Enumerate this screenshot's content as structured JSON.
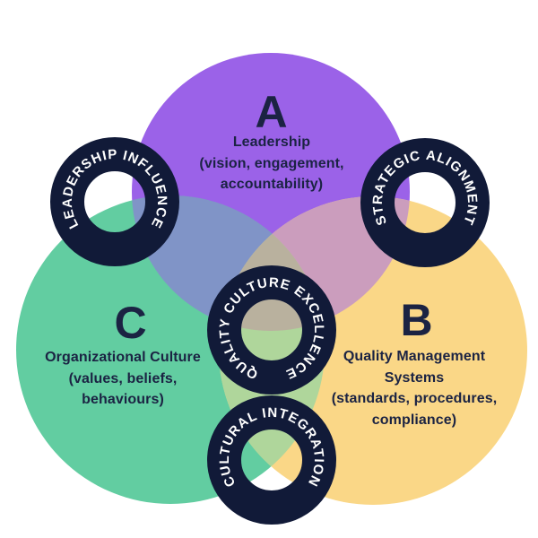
{
  "diagram": {
    "kind": "venn-3-circle",
    "background_color": "#FFFFFF",
    "text_color": "#1B2343",
    "circles": {
      "a": {
        "letter": "A",
        "lines": [
          "Leadership",
          "(vision, engagement,",
          "accountability)"
        ],
        "color": "#9B62E8"
      },
      "b": {
        "letter": "B",
        "lines": [
          "Quality Management",
          "Systems",
          "(standards, procedures,",
          "compliance)"
        ],
        "color": "#FAD787"
      },
      "c": {
        "letter": "C",
        "lines": [
          "Organizational Culture",
          "(values, beliefs,",
          "behaviours)"
        ],
        "color": "#62CDA1"
      }
    },
    "overlaps": {
      "ac_color": "#8094C7",
      "ab_color": "#CB9DBD",
      "bc_color": "#AFD69B",
      "abc_color": "#B9B19E"
    },
    "badges": {
      "ring_color": "#111A38",
      "label_color": "#FFFFFF",
      "leadership_influence": "LEADERSHIP INFLUENCE",
      "strategic_alignment": "STRATEGIC ALIGNMENT",
      "quality_culture_excellence": "QUALITY CULTURE EXCELLENCE",
      "cultural_integration": "CULTURAL INTEGRATION"
    }
  }
}
